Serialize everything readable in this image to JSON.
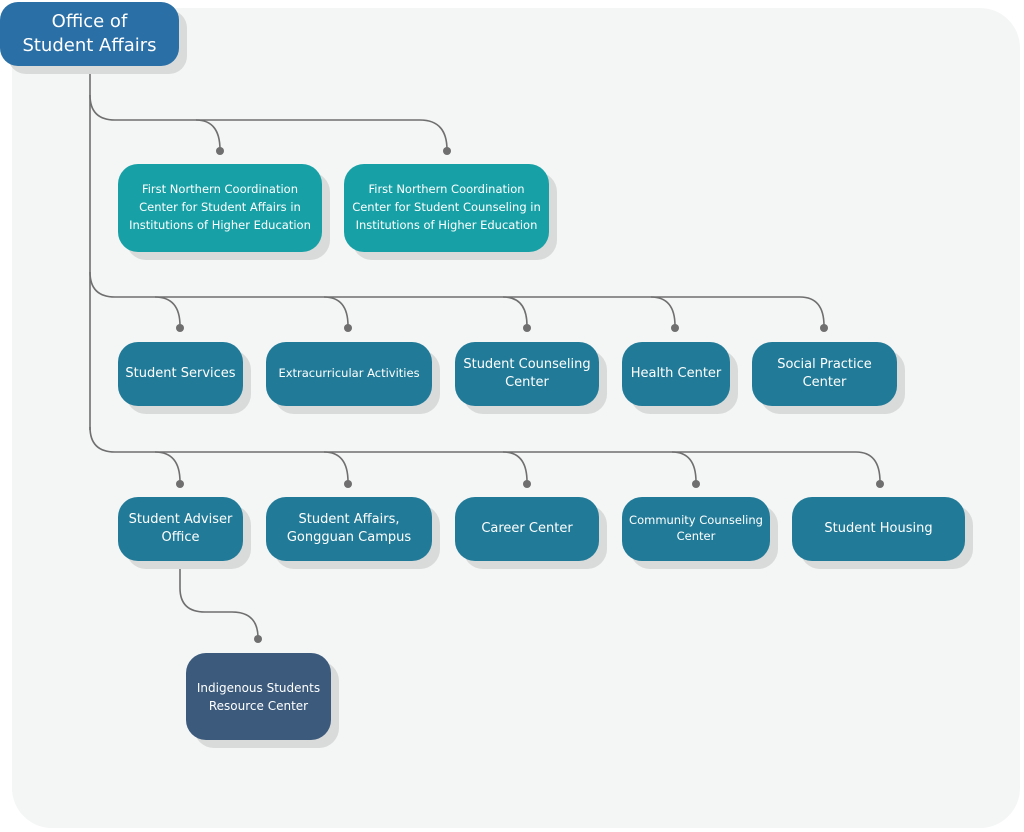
{
  "root": {
    "label": "Office of\nStudent Affairs"
  },
  "coordination_centers": [
    {
      "label": "First Northern Coordination\nCenter for Student Affairs in\nInstitutions of Higher Education"
    },
    {
      "label": "First Northern Coordination\nCenter for Student Counseling in\nInstitutions of Higher Education"
    }
  ],
  "row_two": [
    {
      "label": "Student Services"
    },
    {
      "label": "Extracurricular Activities"
    },
    {
      "label": "Student Counseling\nCenter"
    },
    {
      "label": "Health Center"
    },
    {
      "label": "Social Practice\nCenter"
    }
  ],
  "row_three": [
    {
      "label": "Student Adviser\nOffice"
    },
    {
      "label": "Student Affairs,\nGongguan Campus"
    },
    {
      "label": "Career Center"
    },
    {
      "label": "Community Counseling\nCenter"
    },
    {
      "label": "Student Housing"
    }
  ],
  "sub_units": [
    {
      "label": "Indigenous Students\nResource Center"
    }
  ],
  "colors": {
    "root": "#2a6fa6",
    "coordination": "#17a1a6",
    "unit": "#217b98",
    "sub_unit": "#3b5a7c",
    "connector": "#6f6f6f"
  }
}
